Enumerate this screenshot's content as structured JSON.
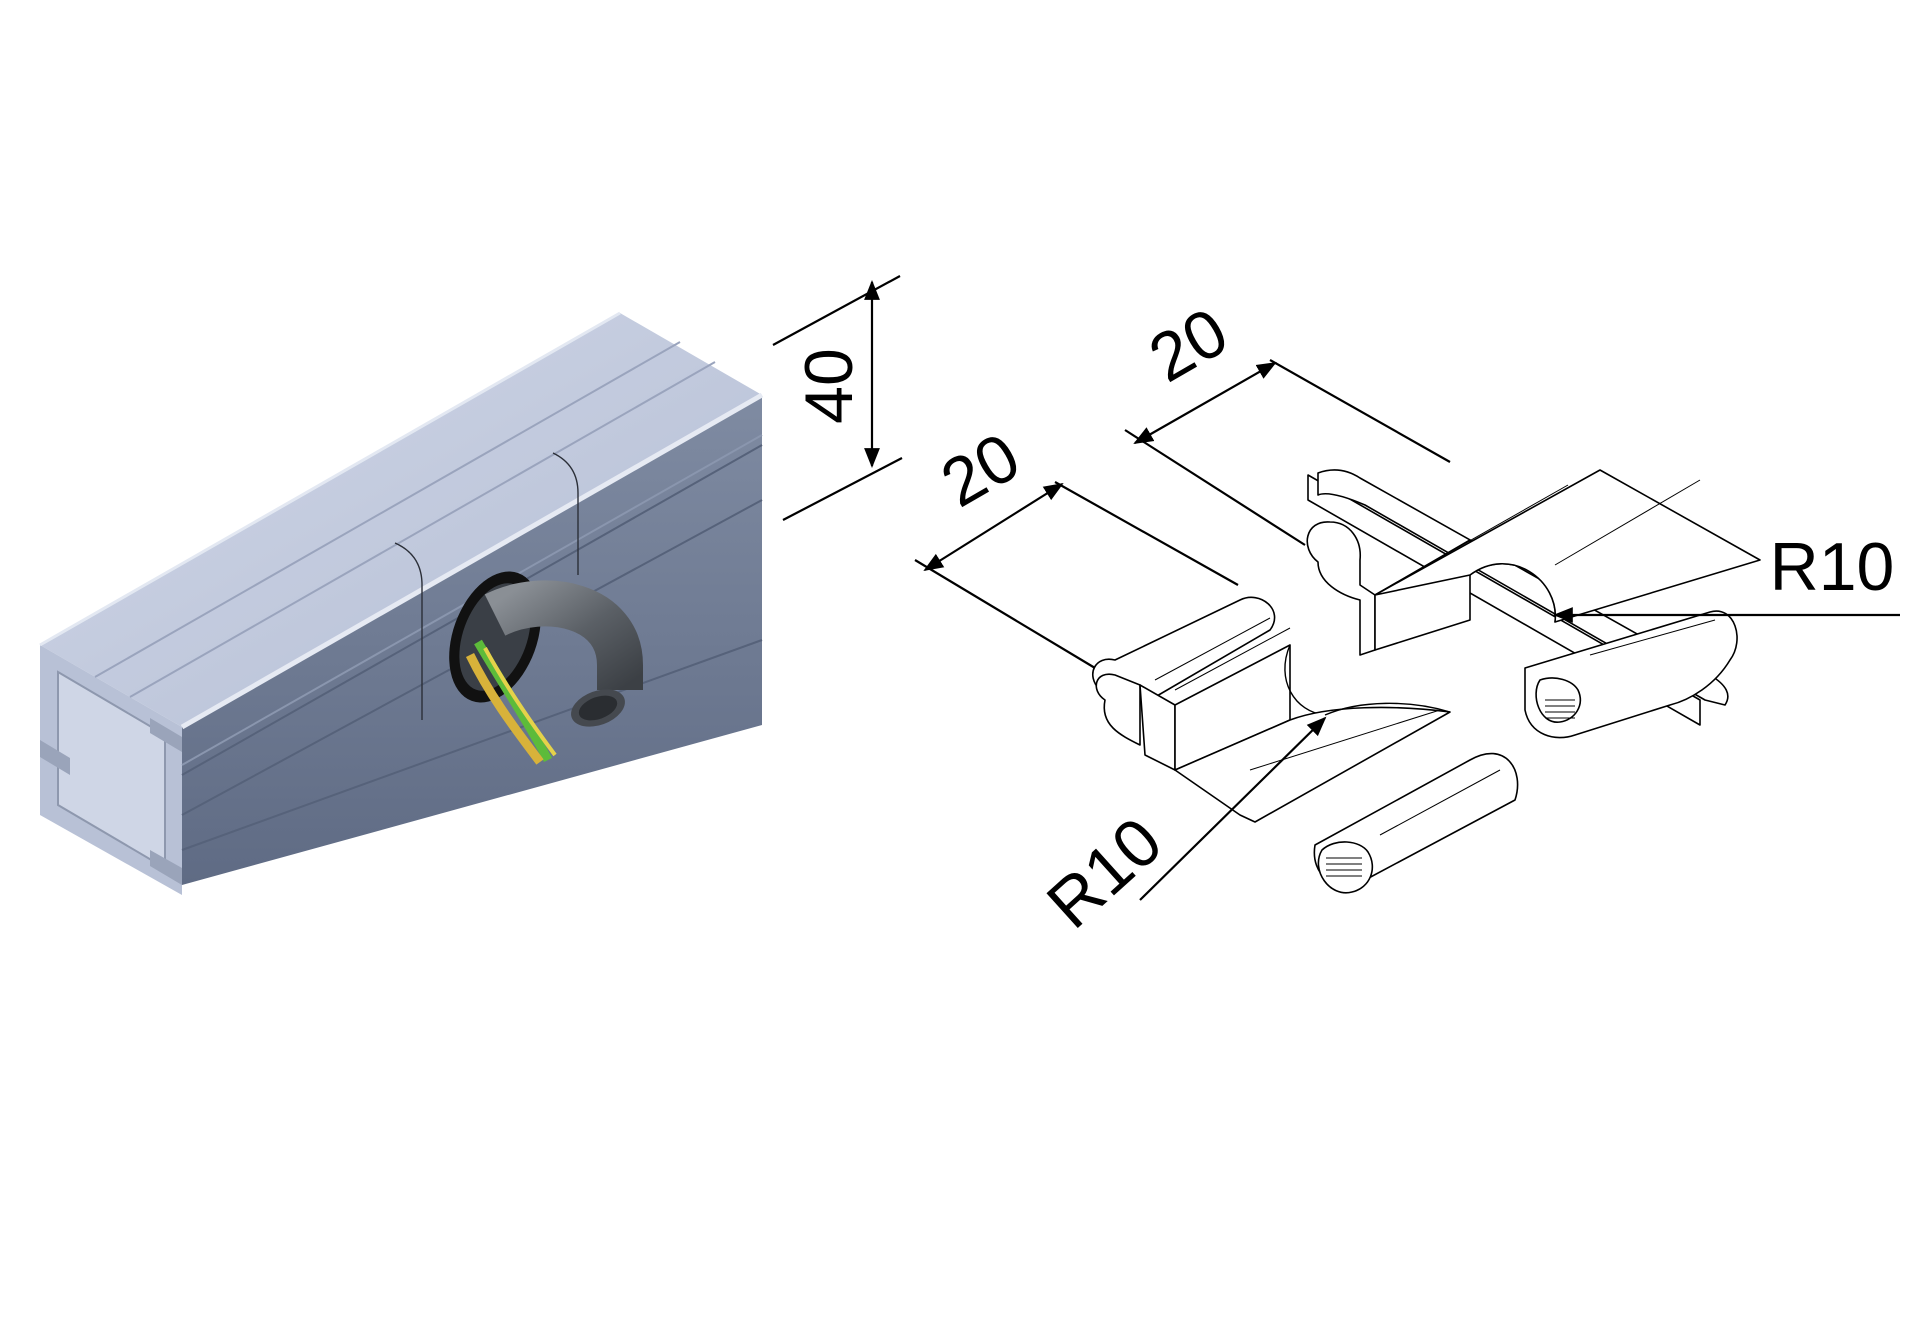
{
  "labels": {
    "height_40": "40",
    "width_20_front": "20",
    "width_20_back": "20",
    "radius_right": "R10",
    "radius_left": "R10"
  },
  "colors": {
    "profile_top": "#c5cde0",
    "profile_front": "#6d7a92",
    "profile_end": "#b8c1d6",
    "grommet": "#111111",
    "tube": "#666b70",
    "wire_green": "#5dbb3a",
    "wire_yellow": "#d8b23a",
    "drawing_line": "#000000"
  }
}
